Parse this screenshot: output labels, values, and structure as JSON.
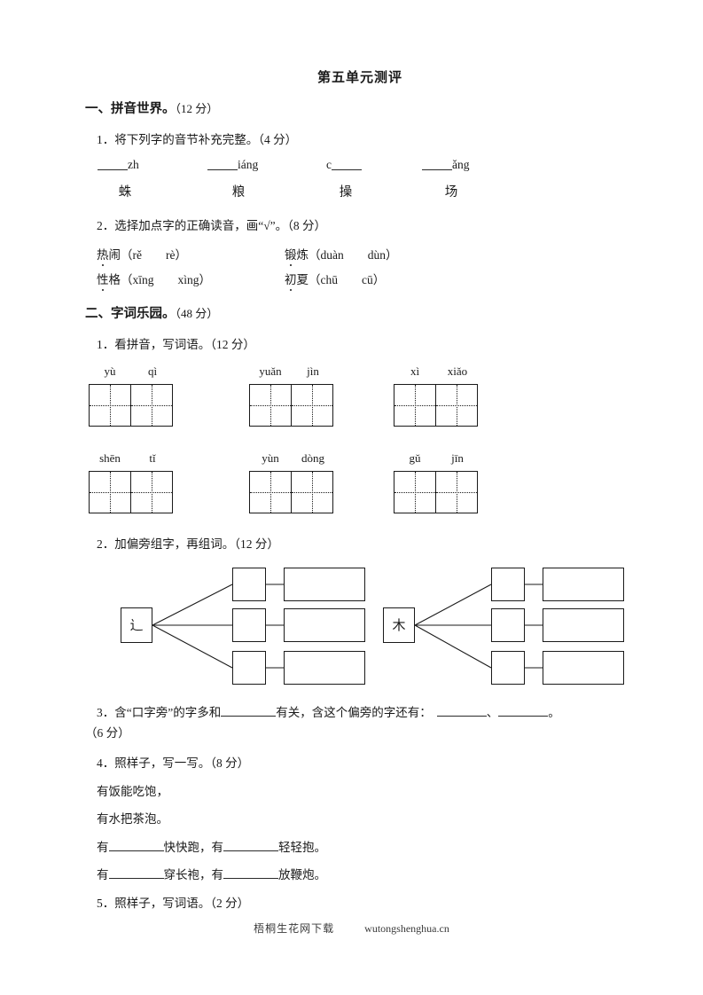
{
  "paper": {
    "title": "第五单元测评"
  },
  "sections": [
    {
      "heading": "一、拼音世界。",
      "points": "（12 分）"
    },
    {
      "heading": "二、字词乐园。",
      "points": "（48 分）"
    }
  ],
  "q1_1": {
    "prompt": "1．将下列字的音节补充完整。（4 分）",
    "items": [
      {
        "type": "prefix-blank",
        "pinyin": "zh",
        "char": "蛛"
      },
      {
        "type": "prefix-blank",
        "pinyin": "iáng",
        "char": "粮"
      },
      {
        "type": "suffix-blank",
        "pinyin": "c",
        "char": "操"
      },
      {
        "type": "prefix-blank",
        "pinyin": "ǎng",
        "char": "场"
      }
    ]
  },
  "q1_2": {
    "prompt": "2．选择加点字的正确读音，画“√”。（8 分）",
    "rows": [
      [
        {
          "dotted": "热",
          "rest": "闹",
          "options": "（rě　　rè）"
        },
        {
          "dotted": "锻",
          "rest": "炼",
          "options": "（duàn　　dùn）"
        }
      ],
      [
        {
          "dotted": "性",
          "rest": "格",
          "options": "（xīng　　xìng）"
        },
        {
          "dotted": "初",
          "rest": "夏",
          "options": "（chū　　cū）"
        }
      ]
    ]
  },
  "q2_1": {
    "prompt": "1．看拼音，写词语。（12 分）",
    "rows": [
      [
        {
          "pinyin": [
            "yù",
            "qì"
          ],
          "cells": 2
        },
        {
          "pinyin": [
            "yuǎn",
            "jìn"
          ],
          "cells": 2
        },
        {
          "pinyin": [
            "xì",
            "xiǎo"
          ],
          "cells": 2
        }
      ],
      [
        {
          "pinyin": [
            "shēn",
            "tǐ"
          ],
          "cells": 2
        },
        {
          "pinyin": [
            "yùn",
            "dòng"
          ],
          "cells": 2
        },
        {
          "pinyin": [
            "gǔ",
            "jīn"
          ],
          "cells": 2
        }
      ]
    ]
  },
  "q2_2": {
    "prompt": "2．加偏旁组字，再组词。（12 分）",
    "trees": [
      {
        "radical": "辶",
        "branches": 3
      },
      {
        "radical": "木",
        "branches": 3
      }
    ]
  },
  "q2_3": {
    "prompt_a": "3．含“口字旁”的字多和",
    "prompt_b": "有关，含这个偏旁的字还有：",
    "prompt_c": "、",
    "prompt_d": "。",
    "points_line": "（6 分）"
  },
  "q2_4": {
    "prompt": "4．照样子，写一写。（8 分）",
    "sample": [
      "有饭能吃饱，",
      "有水把茶泡。"
    ],
    "fill_lines": [
      {
        "a": "有",
        "b": "快快跑，有",
        "c": "轻轻抱。"
      },
      {
        "a": "有",
        "b": "穿长袍，有",
        "c": "放鞭炮。"
      }
    ]
  },
  "q2_5": {
    "prompt": "5．照样子，写词语。（2 分）"
  },
  "footer": {
    "site_cn": "梧桐生花网下载",
    "site_en": "wutongshenghua.cn"
  }
}
